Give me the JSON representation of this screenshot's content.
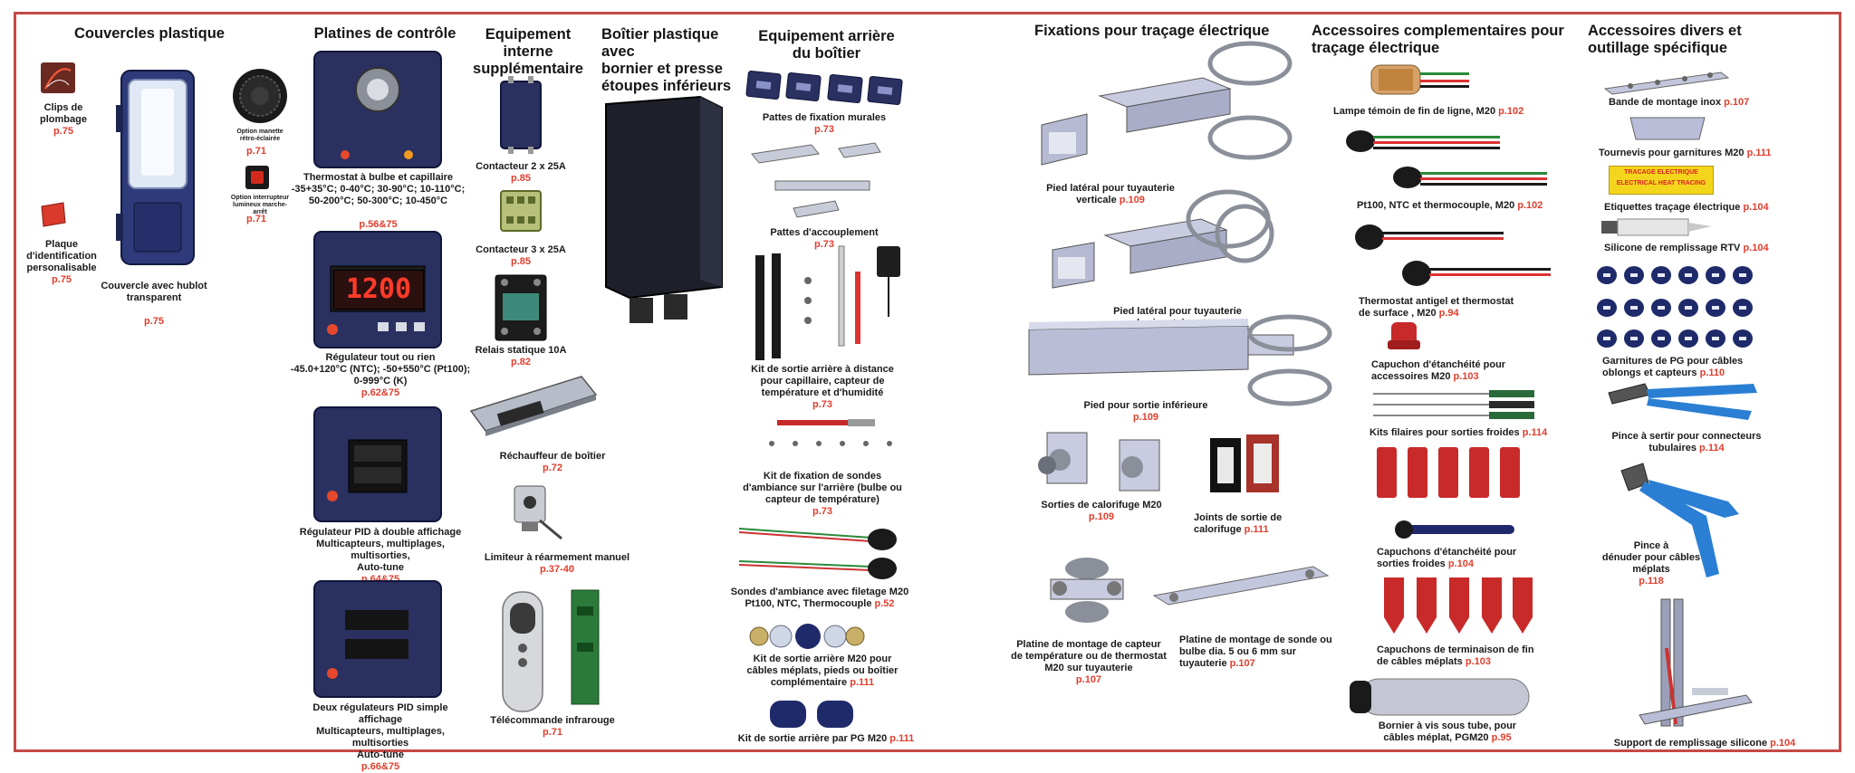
{
  "headings": {
    "h1": "Couvercles plastique",
    "h2": "Platines de contrôle",
    "h3a": "Equipement interne",
    "h3b": "supplémentaire",
    "h4a": "Boîtier plastique avec",
    "h4b": "bornier et presse",
    "h4c": "étoupes inférieurs",
    "h5a": "Equipement arrière",
    "h5b": "du boîtier",
    "h6": "Fixations pour traçage électrique",
    "h7a": "Accessoires complementaires pour",
    "h7b": "traçage électrique",
    "h8a": "Accessoires divers et",
    "h8b": "outillage spécifique"
  },
  "col1": {
    "clips": {
      "t1": "Clips de",
      "t2": "plombage",
      "pg": "p.75"
    },
    "plate": {
      "t1": "Plaque",
      "t2": "d'identification",
      "t3": "personalisable",
      "pg": "p.75"
    },
    "cover": {
      "t1": "Couvercle avec hublot",
      "t2": "transparent",
      "pg": "p.75"
    },
    "knob": {
      "t1": "Option manette",
      "t2": "rétro-éclairée",
      "pg": "p.71"
    },
    "sw": {
      "t1": "Option interrupteur",
      "t2": "lumineux marche-arrêt",
      "pg": "p.71"
    }
  },
  "col2": {
    "p1": {
      "t1": "Thermostat à bulbe et capillaire",
      "t2": "-35+35°C; 0-40°C; 30-90°C; 10-110°C;",
      "t3": "50-200°C; 50-300°C; 10-450°C",
      "t4": "",
      "pg": "p.56&75"
    },
    "p2": {
      "disp": "1200",
      "t1": "Régulateur tout ou rien",
      "t2": "-45.0+120°C (NTC); -50+550°C (Pt100);",
      "t3": "0-999°C (K)",
      "pg": "p.62&75"
    },
    "p3": {
      "t1": "Régulateur PID à double affichage",
      "t2": "Multicapteurs, multiplages, multisorties,",
      "t3": "Auto-tune",
      "pg": "p.64&75"
    },
    "p4": {
      "t1": "Deux régulateurs PID simple affichage",
      "t2": "Multicapteurs, multiplages, multisorties",
      "t3": "Auto-tune",
      "pg": "p.66&75"
    }
  },
  "col3": {
    "c2": {
      "t": "Contacteur 2 x 25A",
      "pg": "p.85"
    },
    "c3": {
      "t": "Contacteur 3 x 25A",
      "pg": "p.85"
    },
    "relay": {
      "t": "Relais statique 10A",
      "pg": "p.82"
    },
    "heater": {
      "t": "Réchauffeur de boîtier",
      "pg": "p.72"
    },
    "limiter": {
      "t": "Limiteur à réarmement manuel",
      "pg": "p.37-40"
    },
    "remote": {
      "t": "Télécommande infrarouge",
      "pg": "p.71"
    }
  },
  "col5": {
    "wall": {
      "t": "Pattes de fixation murales",
      "pg": "p.73"
    },
    "coupling": {
      "t": "Pattes d'accouplement",
      "pg": "p.73"
    },
    "remote": {
      "t1": "Kit de sortie arrière à distance",
      "t2": "pour capillaire, capteur de",
      "t3": "température et d'humidité",
      "pg": "p.73"
    },
    "probefix": {
      "t1": "Kit de fixation de sondes",
      "t2": "d'ambiance sur l'arrière (bulbe ou",
      "t3": "capteur de température)",
      "pg": "p.73"
    },
    "ambient": {
      "t1": "Sondes d'ambiance avec filetage M20",
      "t2": "Pt100, NTC, Thermocouple",
      "pg": "p.52"
    },
    "flat": {
      "t1": "Kit de sortie arrière M20 pour",
      "t2": "câbles méplats, pieds ou boîtier",
      "t3": "complémentaire",
      "pg": "p.111"
    },
    "pg": {
      "t": "Kit de sortie arrière par PG M20",
      "pg": "p.111"
    }
  },
  "col6": {
    "vert": {
      "t1": "Pied latéral pour tuyauterie",
      "t2": "verticale",
      "pg": "p.109"
    },
    "horiz": {
      "t1": "Pied latéral pour tuyauterie",
      "t2": "horizontale",
      "pg": "p.108"
    },
    "bottom": {
      "t": "Pied pour sortie inférieure",
      "pg": "p.109"
    },
    "calo": {
      "t": "Sorties de calorifuge  M20",
      "pg": "p.109"
    },
    "joints": {
      "t1": "Joints de sortie de",
      "t2": "calorifuge",
      "pg": "p.111"
    },
    "sensor": {
      "t1": "Platine de montage de capteur",
      "t2": "de température ou de thermostat",
      "t3": "M20 sur tuyauterie",
      "pg": "p.107"
    },
    "probe": {
      "t1": "Platine de montage de sonde ou",
      "t2": "bulbe dia. 5 ou 6 mm sur",
      "t3": "tuyauterie",
      "pg": "p.107"
    }
  },
  "col7": {
    "lamp": {
      "t": "Lampe témoin de fin de ligne, M20",
      "pg": "p.102"
    },
    "pt100": {
      "t": "Pt100, NTC et thermocouple, M20",
      "pg": "p.102"
    },
    "antigel": {
      "t1": "Thermostat antigel et thermostat",
      "t2": "de surface , M20",
      "pg": "p.94"
    },
    "cap": {
      "t1": "Capuchon d'étanchéité pour",
      "t2": "accessoires M20",
      "pg": "p.103"
    },
    "wires": {
      "t": "Kits filaires pour sorties froides",
      "pg": "p.114"
    },
    "coldcaps": {
      "t1": "Capuchons d'étanchéité pour",
      "t2": "sorties froides",
      "pg": "p.104"
    },
    "termcaps": {
      "t1": "Capuchons de terminaison de fin",
      "t2": "de câbles méplats",
      "pg": "p.103"
    },
    "tube": {
      "t1": "Bornier à vis sous tube, pour",
      "t2": "câbles méplat, PGM20",
      "pg": "p.95"
    }
  },
  "col8": {
    "strip": {
      "t": "Bande de montage inox",
      "pg": "p.107"
    },
    "screw": {
      "t": "Tournevis pour garnitures M20",
      "pg": "p.111"
    },
    "labeltxt": {
      "a": "TRACAGE ELECTRIQUE",
      "b": "ELECTRICAL HEAT TRACING"
    },
    "labels": {
      "t": "Etiquettes traçage électrique",
      "pg": "p.104"
    },
    "rtv": {
      "t": "Silicone de remplissage RTV",
      "pg": "p.104"
    },
    "seals": {
      "t1": "Garnitures de PG pour câbles",
      "t2": "oblongs et capteurs",
      "pg": "p.110"
    },
    "crimp": {
      "t1": "Pince à sertir pour connecteurs",
      "t2": "tubulaires",
      "pg": "p.114"
    },
    "strip2": {
      "t1": "Pince à",
      "t2": "dénuder  pour câbles méplats",
      "pg": "p.118"
    },
    "support": {
      "t": "Support de remplissage silicone",
      "pg": "p.104"
    }
  }
}
